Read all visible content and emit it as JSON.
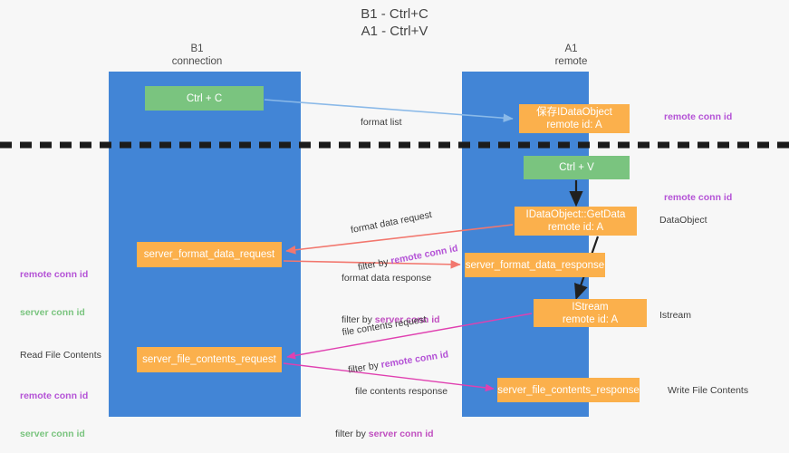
{
  "title": "B1 - Ctrl+C\nA1 - Ctrl+V",
  "lanes": [
    {
      "name": "b1",
      "header": "B1\nconnection",
      "color": "#4285d6"
    },
    {
      "name": "a1",
      "header": "A1\nremote",
      "color": "#4285d6"
    }
  ],
  "boxes": {
    "ctrl_c": {
      "label": "Ctrl + C",
      "color": "#7ac47f"
    },
    "idataobject": {
      "line1": "保存IDataObject",
      "line2": "remote id: A",
      "color": "#fbb04c"
    },
    "ctrl_v": {
      "label": "Ctrl + V",
      "color": "#7ac47f"
    },
    "getdata": {
      "line1": "IDataObject::GetData",
      "line2": "remote id: A",
      "color": "#fbb04c"
    },
    "server_format_data_request": {
      "label": "server_format_data_request",
      "color": "#fbb04c"
    },
    "server_format_data_response": {
      "label": "server_format_data_response",
      "color": "#fbb04c"
    },
    "istream": {
      "line1": "IStream",
      "line2": "remote id: A",
      "color": "#fbb04c"
    },
    "server_file_contents_request": {
      "label": "server_file_contents_request",
      "color": "#fbb04c"
    },
    "server_file_contents_response": {
      "label": "server_file_contents_response",
      "color": "#fbb04c"
    }
  },
  "edge_labels": {
    "format_list": {
      "line1": "format list"
    },
    "format_data_request": {
      "line1": "format data request",
      "filter_prefix": "filter by ",
      "filter_key": "remote conn id"
    },
    "format_data_response": {
      "line1": "format data response",
      "filter_prefix": "filter by ",
      "filter_key": "server conn id"
    },
    "file_contents_request": {
      "line1": "file contents request",
      "filter_prefix": "filter by ",
      "filter_key": "remote conn id"
    },
    "file_contents_response": {
      "line1": "file contents response",
      "filter_prefix": "filter by ",
      "filter_key": "server conn id"
    }
  },
  "margin_notes": {
    "left_remote_conn_id": "remote conn id",
    "left_server_conn_id": "server conn id",
    "read_file_contents": "Read File Contents",
    "left_remote_conn_id_2": "remote conn id",
    "left_server_conn_id_2": "server conn id",
    "right_remote_conn_id_1": "remote conn id",
    "right_remote_conn_id_2": "remote conn id",
    "right_dataobject": "DataObject",
    "right_istream": "Istream",
    "right_write_file_contents": "Write File Contents"
  },
  "colors": {
    "lane": "#4285d6",
    "green_box": "#7ac47f",
    "orange_box": "#fbb04c",
    "arrow_blue": "#8ab9e8",
    "arrow_red": "#f2776e",
    "arrow_magenta": "#e040b0",
    "arrow_black": "#202020",
    "keyword_remote": "#b452d6",
    "keyword_server_magenta": "#c050c0",
    "keyword_server_green": "#7ac47f",
    "background": "#f7f7f7"
  }
}
